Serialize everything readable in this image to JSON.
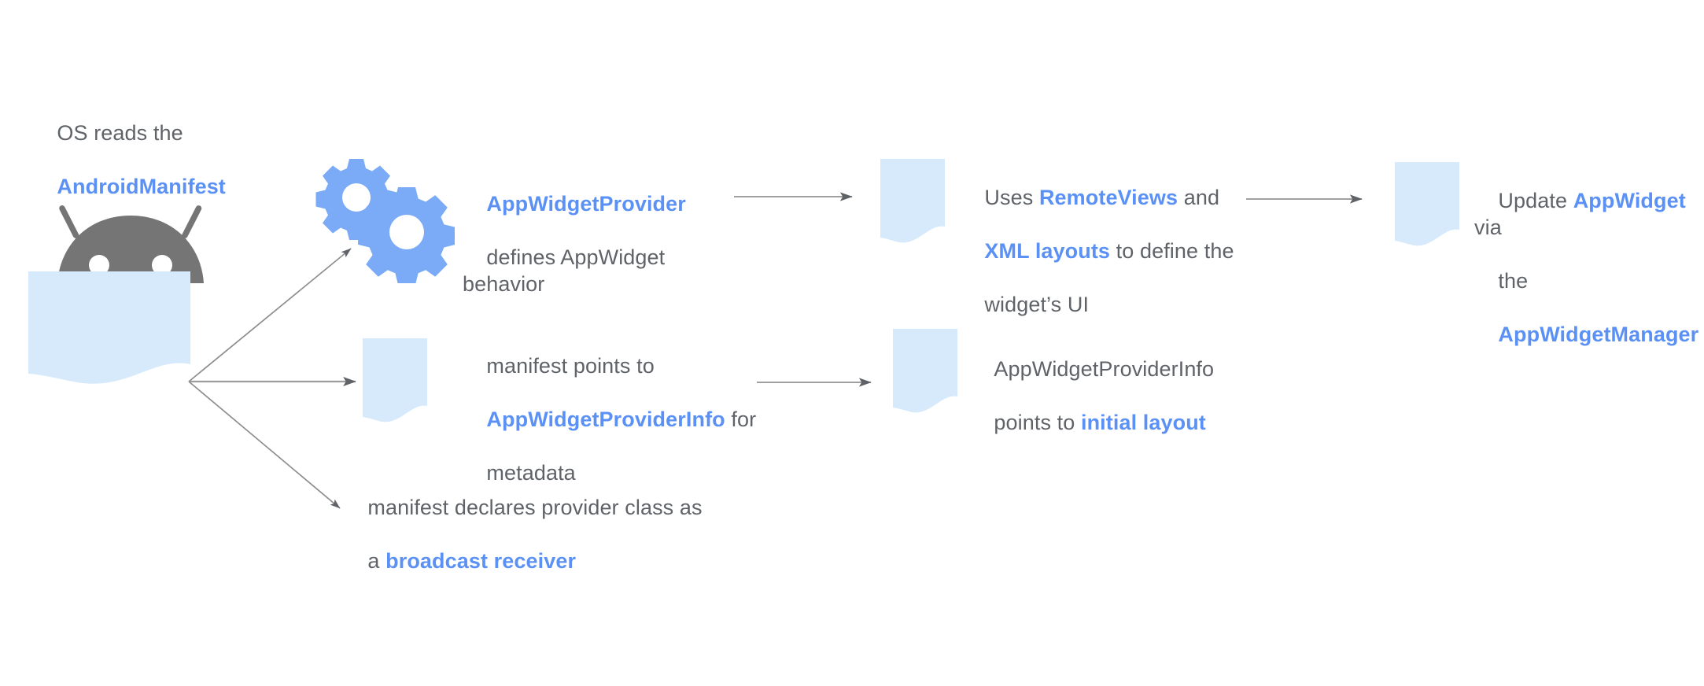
{
  "theme": {
    "background": "#ffffff",
    "text_color": "#5f6368",
    "accent_blue": "#5B91F5",
    "doc_fill": "#d6eafc",
    "gear_fill": "#7BAAF7",
    "android_gray": "#757575",
    "arrow_color": "#8a8a8a"
  },
  "diagram": {
    "title": "Android AppWidget lifecycle flow",
    "type": "flow-diagram",
    "nodes": [
      {
        "id": "os-manifest",
        "name": "os-reads-manifest",
        "icon": "android-robot-icon",
        "shape": "document",
        "caption_plain_1": "OS reads the",
        "caption_keyword_1": "AndroidManifest"
      },
      {
        "id": "provider",
        "name": "appwidget-provider",
        "icon": "gears-icon",
        "text_parts": [
          {
            "text": "AppWidgetProvider",
            "style": "keyword"
          },
          {
            "text": "\ndefines AppWidget\nbehavior",
            "style": "plain"
          }
        ]
      },
      {
        "id": "remoteviews",
        "name": "remoteviews-xml-layouts",
        "icon": "document-icon",
        "text_parts": [
          {
            "text": "Uses ",
            "style": "plain"
          },
          {
            "text": "RemoteViews",
            "style": "keyword"
          },
          {
            "text": " and\n",
            "style": "plain"
          },
          {
            "text": "XML layouts",
            "style": "keyword"
          },
          {
            "text": " to define the\nwidget’s UI",
            "style": "plain"
          }
        ]
      },
      {
        "id": "update-appwidget",
        "name": "update-appwidget-manager",
        "icon": "document-icon",
        "text_parts": [
          {
            "text": "Update ",
            "style": "plain"
          },
          {
            "text": "AppWidget",
            "style": "keyword"
          },
          {
            "text": " via\nthe\n",
            "style": "plain"
          },
          {
            "text": "AppWidgetManager",
            "style": "keyword"
          }
        ]
      },
      {
        "id": "provider-info",
        "name": "manifest-points-to-providerinfo",
        "icon": "document-icon",
        "text_parts": [
          {
            "text": "manifest points to\n",
            "style": "plain"
          },
          {
            "text": "AppWidgetProviderInfo",
            "style": "keyword"
          },
          {
            "text": " for\nmetadata",
            "style": "plain"
          }
        ]
      },
      {
        "id": "initial-layout",
        "name": "providerinfo-points-to-initial-layout",
        "icon": "document-icon",
        "text_parts": [
          {
            "text": "AppWidgetProviderInfo\npoints to ",
            "style": "plain"
          },
          {
            "text": "initial layout",
            "style": "keyword"
          }
        ]
      },
      {
        "id": "broadcast-receiver",
        "name": "manifest-declares-broadcast-receiver",
        "icon": "none",
        "text_parts": [
          {
            "text": "manifest declares provider class as\na ",
            "style": "plain"
          },
          {
            "text": "broadcast receiver",
            "style": "keyword"
          }
        ]
      }
    ],
    "edges": [
      {
        "name": "edge-manifest-to-provider",
        "from": "os-manifest",
        "to": "provider",
        "style": "arrow"
      },
      {
        "name": "edge-manifest-to-providerinfo",
        "from": "os-manifest",
        "to": "provider-info",
        "style": "arrow"
      },
      {
        "name": "edge-manifest-to-broadcast",
        "from": "os-manifest",
        "to": "broadcast-receiver",
        "style": "arrow"
      },
      {
        "name": "edge-provider-to-remoteviews",
        "from": "provider",
        "to": "remoteviews",
        "style": "arrow"
      },
      {
        "name": "edge-remoteviews-to-update",
        "from": "remoteviews",
        "to": "update-appwidget",
        "style": "arrow"
      },
      {
        "name": "edge-providerinfo-to-initial-layout",
        "from": "provider-info",
        "to": "initial-layout",
        "style": "arrow"
      }
    ]
  },
  "labels": {
    "os_line1": "OS reads the",
    "os_line2": "AndroidManifest",
    "provider_kw": "AppWidgetProvider",
    "provider_rest": "defines AppWidget behavior",
    "remoteviews_a": "Uses ",
    "remoteviews_kw1": "RemoteViews",
    "remoteviews_b": " and",
    "remoteviews_kw2": "XML layouts",
    "remoteviews_c": " to define the",
    "remoteviews_d": "widget’s UI",
    "update_a": "Update ",
    "update_kw1": "AppWidget",
    "update_b": " via",
    "update_c": "the",
    "update_kw2": "AppWidgetManager",
    "pinfo_a": "manifest points to",
    "pinfo_kw": "AppWidgetProviderInfo",
    "pinfo_b": " for",
    "pinfo_c": "metadata",
    "initial_a": "AppWidgetProviderInfo",
    "initial_b": "points to ",
    "initial_kw": "initial layout",
    "broadcast_a": "manifest declares provider class as",
    "broadcast_b": "a ",
    "broadcast_kw": "broadcast receiver"
  }
}
